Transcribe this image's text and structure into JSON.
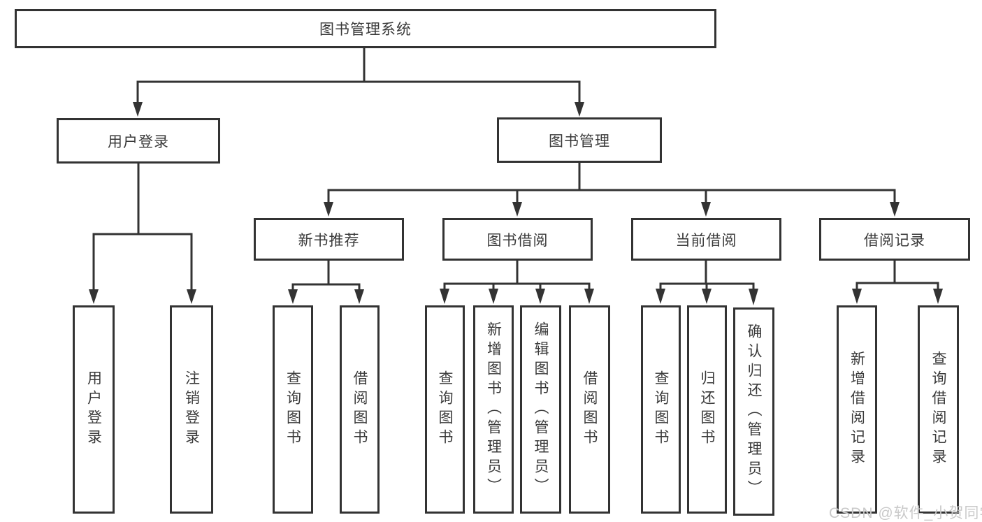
{
  "tree": {
    "label": "图书管理系统",
    "children": [
      {
        "label": "用户登录",
        "children": [
          {
            "label": "用户登录"
          },
          {
            "label": "注销登录"
          }
        ]
      },
      {
        "label": "图书管理",
        "children": [
          {
            "label": "新书推荐",
            "children": [
              {
                "label": "查询图书"
              },
              {
                "label": "借阅图书"
              }
            ]
          },
          {
            "label": "图书借阅",
            "children": [
              {
                "label": "查询图书"
              },
              {
                "label": "新增图书（管理员）"
              },
              {
                "label": "编辑图书（管理员）"
              },
              {
                "label": "借阅图书"
              }
            ]
          },
          {
            "label": "当前借阅",
            "children": [
              {
                "label": "查询图书"
              },
              {
                "label": "归还图书"
              },
              {
                "label": "确认归还（管理员）"
              }
            ]
          },
          {
            "label": "借阅记录",
            "children": [
              {
                "label": "新增借阅记录"
              },
              {
                "label": "查询借阅记录"
              }
            ]
          }
        ]
      }
    ]
  },
  "watermark": {
    "text": "CSDN @软件_小贺同学"
  },
  "colors": {
    "line": "#333333",
    "box_border": "#333333",
    "text": "#3a3a3a",
    "watermark": "#c9c9c9",
    "background": "#ffffff"
  }
}
